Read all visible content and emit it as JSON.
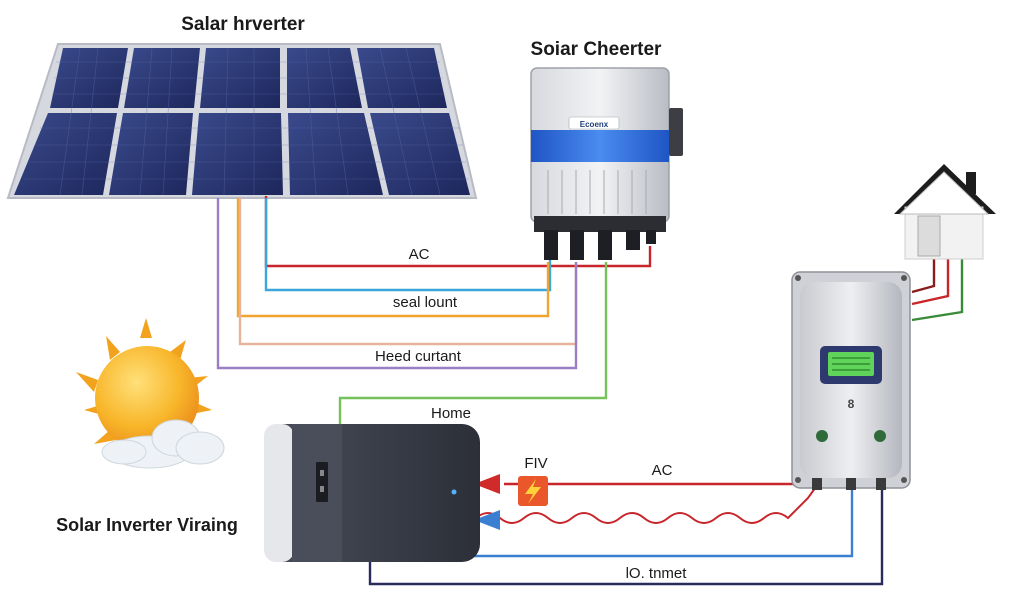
{
  "labels": {
    "panel_title": "Salar hrverter",
    "inverter_title": "Soiar Cheerter",
    "ac_top": "AC",
    "seal_lount": "seal lount",
    "head_current": "Heed curtant",
    "home": "Home",
    "fv": "FIV",
    "ac_bottom": "AC",
    "dc_bottom": "lO. tnmet",
    "diagram_title": "Solar Inverter Viraing"
  },
  "inverter_badge": "Ecoenx",
  "controller_display": "8",
  "colors": {
    "panel_cell": "#27336e",
    "panel_frame": "#c9cbd4",
    "wire_red": "#c8262b",
    "wire_blue": "#3ba6dc",
    "wire_orange": "#f0a531",
    "wire_peach": "#e6b49a",
    "wire_purple": "#9b7fc6",
    "wire_green": "#76c25a",
    "wire_navy": "#2b2a5c",
    "wire_dc_blue": "#3a7fd1",
    "inverter_stripe": "#2d6bd6",
    "battery_body": "#3a3d47",
    "sun": "#f7a51d",
    "screen_green": "#5fd35a"
  },
  "icons": [
    "sun-icon",
    "cloud-icon",
    "house-icon",
    "lightning-icon"
  ]
}
